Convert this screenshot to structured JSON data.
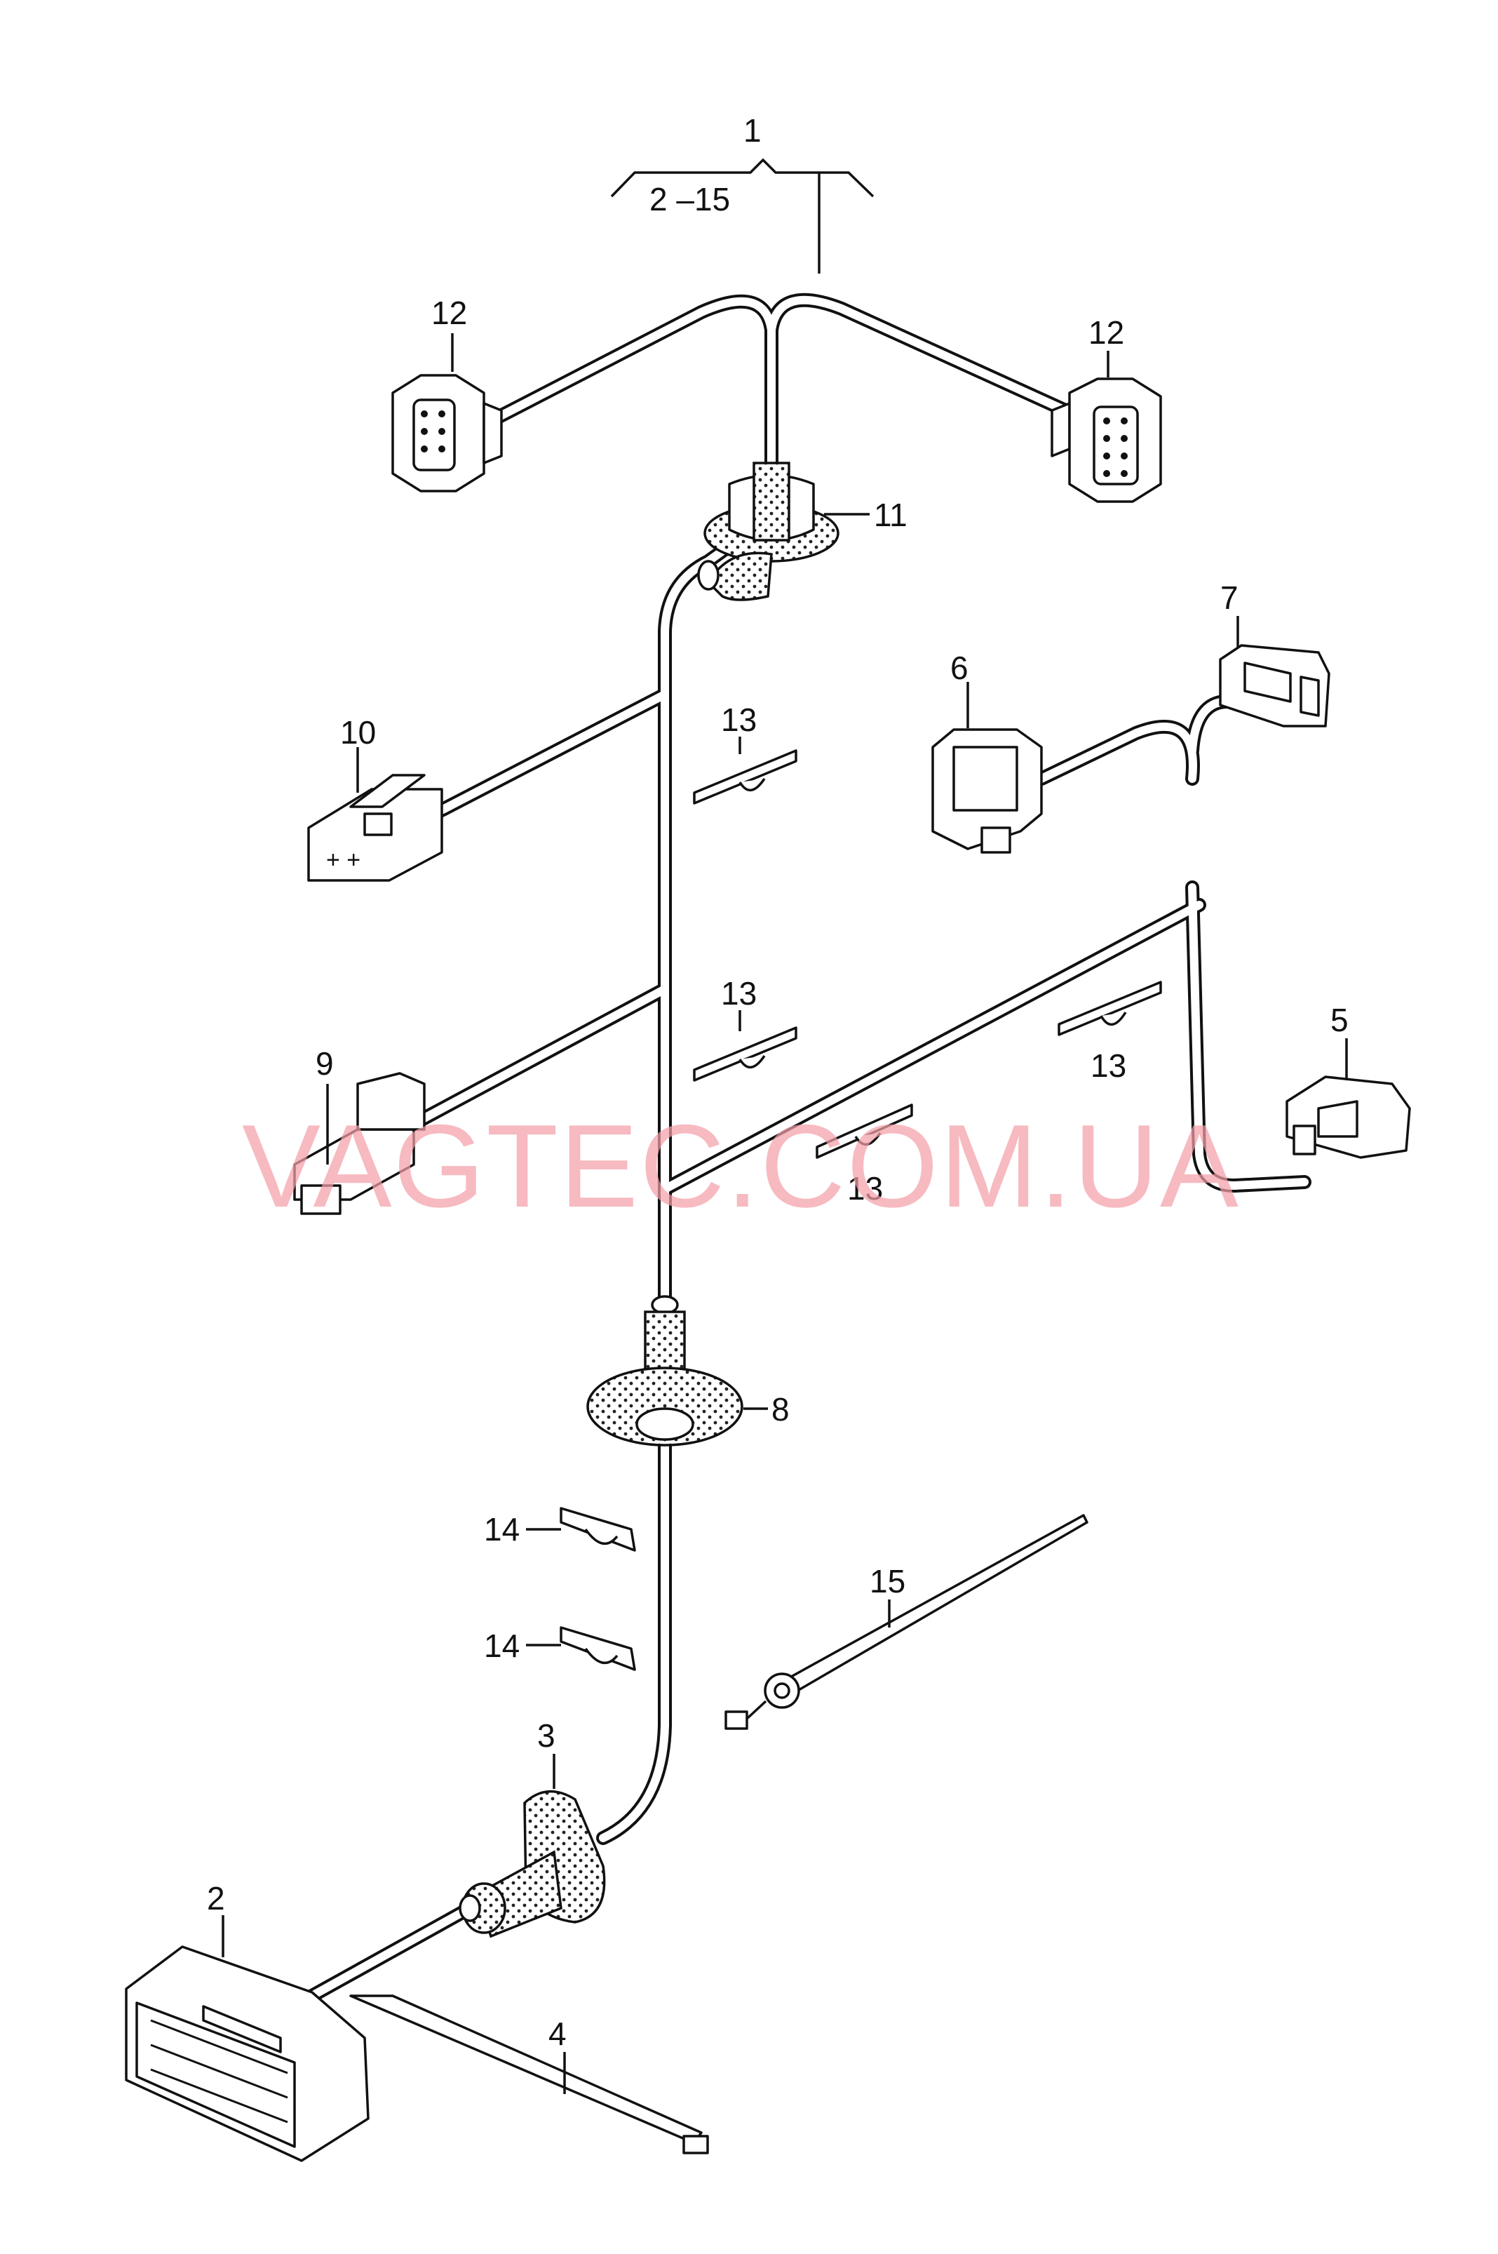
{
  "diagram": {
    "group_label": "1",
    "range_label": "2 –15",
    "watermark": "VAGTEC.COM.UA",
    "callouts": {
      "c2": "2",
      "c3": "3",
      "c4": "4",
      "c5": "5",
      "c6": "6",
      "c7": "7",
      "c8": "8",
      "c9": "9",
      "c10": "10",
      "c11": "11",
      "c12a": "12",
      "c12b": "12",
      "c13a": "13",
      "c13b": "13",
      "c13c": "13",
      "c13d": "13",
      "c14a": "14",
      "c14b": "14",
      "c15": "15"
    }
  }
}
